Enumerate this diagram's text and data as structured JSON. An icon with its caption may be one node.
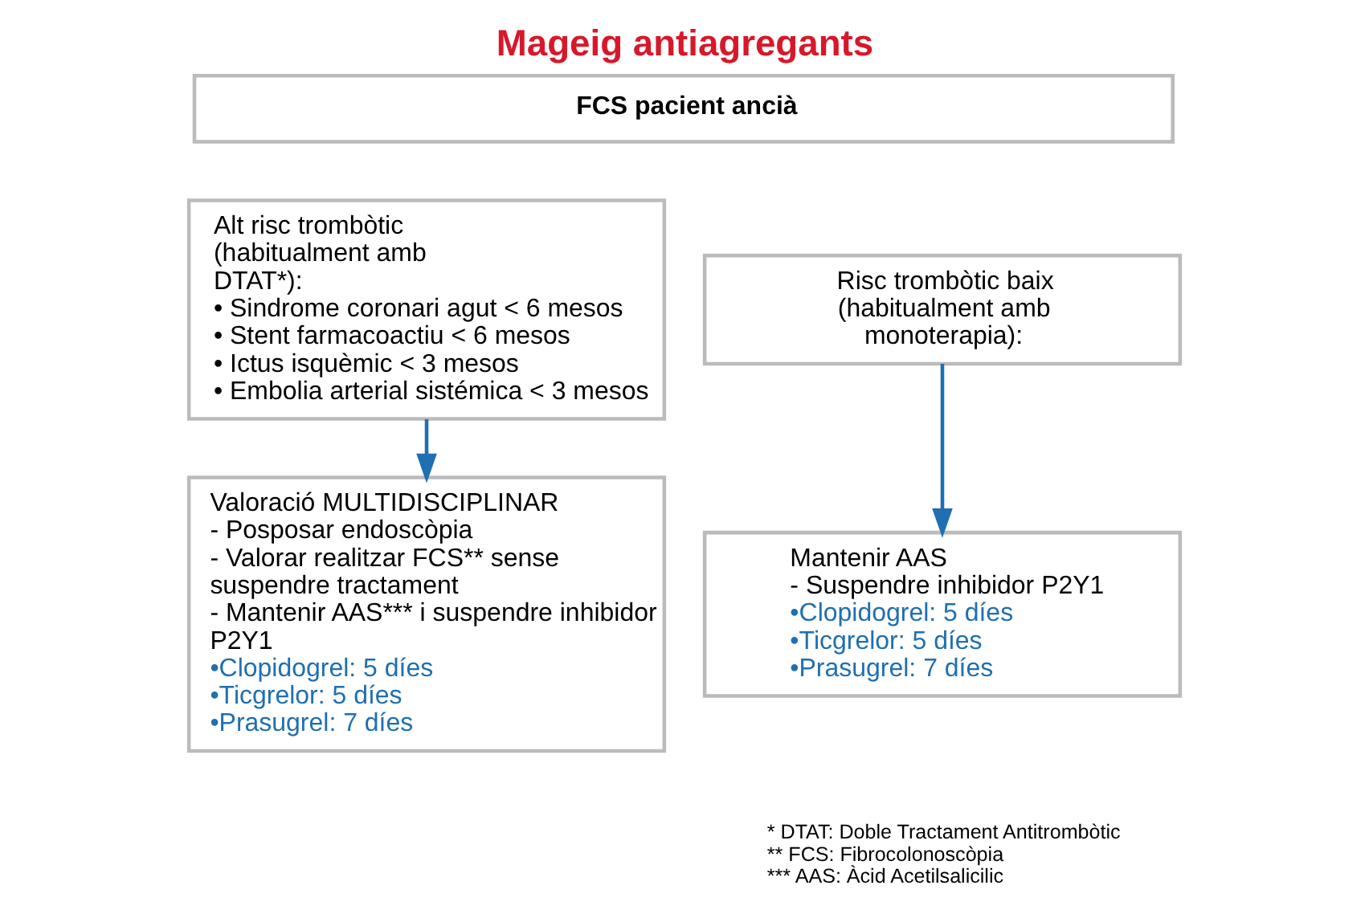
{
  "diagram": {
    "title": "Mageig antiagregants",
    "nodes": [
      {
        "text": [
          "FCS pacient ancià"
        ]
      },
      {
        "text": [
          "Alt risc trombòtic (habitualment amb DTAT*):",
          "• Sindrome coronari agut < 6 mesos",
          "• Stent farmacoactiu < 6 mesos",
          "• Ictus isquèmic < 3 mesos",
          "• Embolia arterial sistémica < 3 mesos"
        ]
      },
      {
        "text": [
          "Risc trombòtic baix (habitualment amb monoterapia):"
        ]
      },
      {
        "text": [
          "Valoració MULTIDISCIPLINAR",
          "- Posposar endoscòpia",
          "- Valorar realitzar FCS** sense suspendre tractament",
          "- Mantenir AAS*** i suspendre inhibidor P2Y1",
          "•Clopidogrel: 5 díes",
          "•Ticgrelor: 5 díes",
          "•Prasugrel: 7 díes"
        ]
      },
      {
        "text": [
          "Mantenir AAS",
          "- Suspendre inhibidor P2Y1",
          "•Clopidogrel: 5 díes",
          "•Ticgrelor: 5 díes",
          "•Prasugrel: 7 díes"
        ]
      }
    ],
    "edges": [
      {
        "from": 1,
        "to": 3,
        "arrow": "to"
      },
      {
        "from": 2,
        "to": 4,
        "arrow": "to"
      }
    ],
    "labels": [
      "* DTAT: Doble Tractament Antitrombòtic",
      "** FCS: Fibrocolonoscòpia",
      "*** AAS: Àcid Acetilsalicilic"
    ]
  }
}
